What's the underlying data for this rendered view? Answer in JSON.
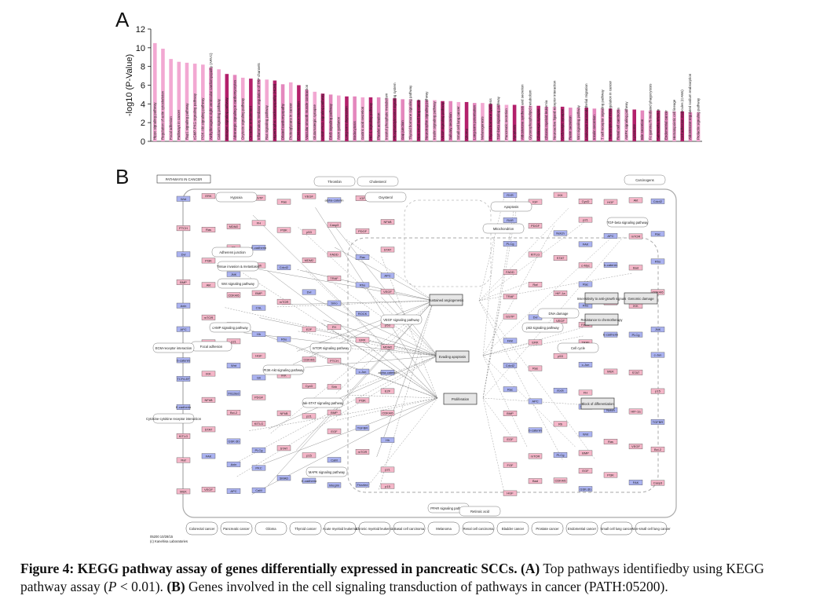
{
  "figure": {
    "panel_a_letter": "A",
    "panel_b_letter": "B"
  },
  "chart_data": {
    "type": "bar",
    "ylabel": "-log10 (P-Value)",
    "ylim": [
      0,
      12
    ],
    "yticks": [
      0,
      2,
      4,
      6,
      8,
      10,
      12
    ],
    "grid": false,
    "legend": "none",
    "colors": {
      "light": "#f2a8d2",
      "mid": "#e487bd",
      "dark": "#b3206b"
    },
    "categories": [
      "Hippo signaling pathway",
      "Regulation of actin cytoskeleton",
      "Focal adhesion",
      "Pathways in cancer",
      "Rap1 signaling pathway",
      "cGMP-PKG signaling pathway",
      "PI3K-Akt signaling pathway",
      "Arrhythmogenic right ventricular cardiomyopathy (ARVC)",
      "Calcium signaling pathway",
      "Estrogen signaling pathway",
      "Adrenergic signaling in cardiomyocytes",
      "Oxytocin signaling pathway",
      "Circadian entrainment",
      "Inflammatory mediator regulation of TRP channels",
      "Ras signaling pathway",
      "Hypertrophic cardiomyopathy (HCM)",
      "Dilated cardiomyopathy",
      "Proteoglycans in cancer",
      "ECM-receptor interaction",
      "Vascular smooth muscle contraction",
      "Glutamatergic synapse",
      "cAMP-PKG signaling pathway",
      "ErbB signaling pathway",
      "Axon guidance",
      "Long-term depression",
      "Endocytosis",
      "Gastric acid secretion",
      "HIF-1 signaling pathway",
      "Platelet activation",
      "Inositol phosphate metabolism",
      "Phosphatidylinositol signaling system",
      "Gap junction",
      "Thyroid hormone signaling pathway",
      "Non-small cell lung cancer",
      "Neurotrophin signaling pathway",
      "Insulin signaling pathway",
      "VEGF signaling pathway",
      "Salivary secretion",
      "Small cell lung cancer",
      "Glioma",
      "Long-term potentiation",
      "Melanogenesis",
      "Thyroid hormone synthesis",
      "TGF-beta signaling pathway",
      "Pancreatic secretion",
      "Apoptosis",
      "Aldosterone synthesis and secretion",
      "Glycerophospholipid metabolism",
      "Cholinergic synapse",
      "Chronic myeloid leukemia",
      "Neuroactive ligand-receptor interaction",
      "GABAergic synapse",
      "Renin secretion",
      "Wnt signaling pathway",
      "Leukocyte transendothelial migration",
      "Insulin secretion",
      "T cell receptor signaling pathway",
      "Transcriptional misregulation in cancer",
      "Renal cell carcinoma",
      "AMPK signaling pathway",
      "Lysosome",
      "Bile secretion",
      "Fc gamma R-mediated phagocytosis",
      "Salmonella infection",
      "Endometrial cancer",
      "Hematopoietic cell lineage",
      "Cell adhesion molecules (CAMs)",
      "Aldosterone-regulated sodium reabsorption",
      "Prolactin signaling pathway"
    ],
    "values": [
      10.5,
      9.9,
      8.8,
      8.5,
      8.4,
      8.3,
      8.2,
      7.9,
      7.7,
      7.2,
      7.1,
      6.8,
      6.7,
      6.6,
      6.6,
      6.5,
      6.1,
      6.3,
      6.0,
      5.5,
      5.3,
      5.1,
      5.0,
      4.9,
      4.8,
      4.8,
      4.7,
      4.7,
      4.7,
      4.6,
      4.6,
      4.5,
      4.5,
      4.4,
      4.4,
      4.4,
      4.3,
      4.3,
      4.2,
      4.2,
      4.1,
      4.1,
      4.0,
      3.9,
      3.9,
      3.9,
      3.8,
      3.8,
      3.8,
      3.7,
      3.7,
      3.7,
      3.6,
      3.6,
      3.6,
      3.5,
      3.5,
      3.5,
      3.4,
      3.4,
      3.4,
      3.3,
      3.3,
      3.3,
      3.2,
      3.2,
      3.2,
      3.1,
      3.1
    ]
  },
  "pathway": {
    "title_box": "PATHWAYS IN CANCER",
    "legend_line1": "05200 10/28/15",
    "legend_line2": "(c) Kanehisa Laboratories",
    "cancers": [
      "Colorectal cancer",
      "Pancreatic cancer",
      "Glioma",
      "Thyroid cancer",
      "Acute myeloid leukemia",
      "Chronic myeloid leukemia",
      "Basal cell carcinoma",
      "Melanoma",
      "Renal cell carcinoma",
      "Bladder cancer",
      "Prostate cancer",
      "Endometrial cancer",
      "Small cell lung cancer",
      "Non-small cell lung cancer"
    ],
    "outcome_boxes": [
      "Sustained angiogenesis",
      "Evading apoptosis",
      "Proliferation",
      "Block of differentiation",
      "Genomic damage",
      "Insensitivity to anti-growth signals",
      "Resistance to chemotherapy"
    ],
    "labels": [
      "Apoptosis",
      "Mitochondrion",
      "Cell cycle",
      "Adherens junction",
      "Focal adhesion",
      "Wnt signaling pathway",
      "cAMP signaling pathway",
      "PI3K-Akt signaling pathway",
      "mTOR signaling pathway",
      "Jak-STAT signaling pathway",
      "MAPK signaling pathway",
      "VEGF signaling pathway",
      "p53 signaling pathway",
      "TGF-beta signaling pathway",
      "PPAR signaling pathway",
      "ECM-receptor interaction",
      "Cytokine-cytokine receptor interaction",
      "Tissue invasion & metastasis",
      "DNA damage",
      "Carcinogens",
      "Hypoxia",
      "Cholesterol",
      "Oxysterol",
      "Thrombin",
      "Retinoic acid"
    ],
    "genes_pink": [
      "FH",
      "PTCH",
      "Shh",
      "BMP",
      "EGF",
      "FGF",
      "HGF",
      "IGF",
      "PDGF",
      "KITLG",
      "Raf",
      "MEK",
      "ERK",
      "Ras",
      "PI3K",
      "Akt",
      "mTOR",
      "Bad",
      "IKK",
      "NFkB",
      "STAT",
      "HIF-1a",
      "VEGF",
      "p53",
      "MDM2",
      "Rb",
      "E2F",
      "CDK4/6",
      "CycD",
      "p21",
      "p15",
      "c-Myc",
      "Bcl-2",
      "Casp3",
      "FADD",
      "TRAF",
      "GSTP"
    ],
    "genes_blue": [
      "Wnt",
      "Frizzled",
      "Dvl",
      "GSK-3b",
      "Axin",
      "APC",
      "b-catenin",
      "TCF/LEF",
      "E-cadherin",
      "alpha-catenin",
      "Notch",
      "CSL",
      "Hh",
      "Smo",
      "Gli",
      "RXR",
      "RAR",
      "PLCg",
      "PKC",
      "CaM",
      "Integrin",
      "FAK",
      "Cdc42",
      "Rac",
      "Rho",
      "ROCK",
      "JNK",
      "c-Jun",
      "SMAD",
      "TGFBR"
    ]
  },
  "caption": {
    "prefix": "Figure 4: KEGG pathway assay of genes differentially expressed in pancreatic SCCs.",
    "part_a_label": "(A)",
    "part_a_text": " Top pathways identifiedby using KEGG pathway assay (",
    "p_symbol": "P",
    "p_value_text": " < 0.01). ",
    "part_b_label": "(B)",
    "part_b_text": " Genes involved in the cell signaling transduction of pathways in cancer (PATH:05200)."
  }
}
